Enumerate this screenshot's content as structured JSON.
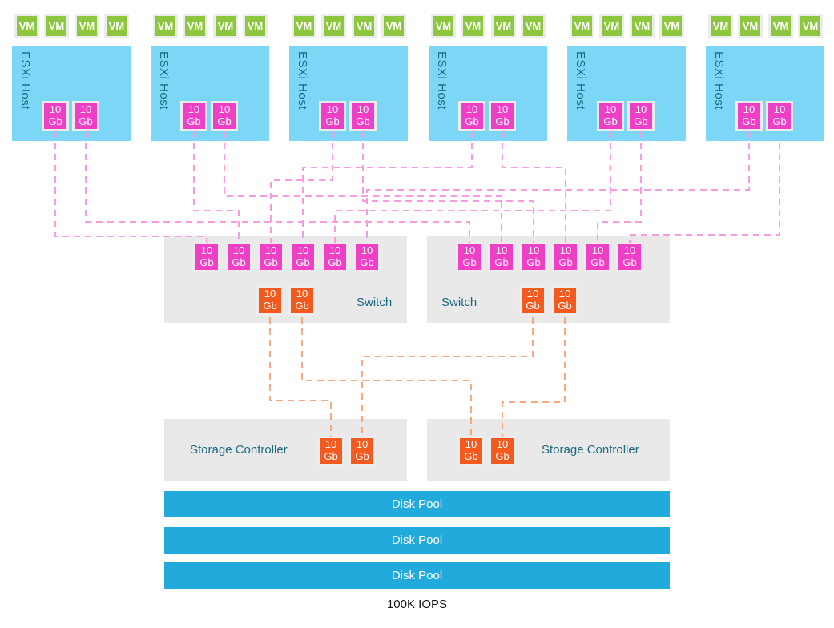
{
  "diagram": {
    "title_present": false,
    "labels": {
      "vm": "VM",
      "host": "ESXi Host",
      "port": "10 Gb",
      "switch": "Switch",
      "controller": "Storage Controller",
      "pool": "Disk Pool"
    },
    "footer": {
      "caption": "100K IOPS"
    },
    "colors": {
      "vm_green": "#8DC63F",
      "host_cyan": "#7CD7F7",
      "teal_text": "#1C6A80",
      "port_magenta": "#F03FC7",
      "line_magenta": "#F79BE3",
      "port_orange": "#F25A1E",
      "line_orange": "#F7A87E",
      "box_gray": "#E9E9E9",
      "pool_blue": "#23AADC",
      "box_border": "#ECECEC",
      "footer_text": "#161616"
    },
    "hosts": [
      {
        "label": "ESXi Host",
        "vms": [
          "VM",
          "VM",
          "VM",
          "VM"
        ],
        "ports": [
          "10 Gb",
          "10 Gb"
        ]
      },
      {
        "label": "ESXi Host",
        "vms": [
          "VM",
          "VM",
          "VM",
          "VM"
        ],
        "ports": [
          "10 Gb",
          "10 Gb"
        ]
      },
      {
        "label": "ESXi Host",
        "vms": [
          "VM",
          "VM",
          "VM",
          "VM"
        ],
        "ports": [
          "10 Gb",
          "10 Gb"
        ]
      },
      {
        "label": "ESXi Host",
        "vms": [
          "VM",
          "VM",
          "VM",
          "VM"
        ],
        "ports": [
          "10 Gb",
          "10 Gb"
        ]
      },
      {
        "label": "ESXi Host",
        "vms": [
          "VM",
          "VM",
          "VM",
          "VM"
        ],
        "ports": [
          "10 Gb",
          "10 Gb"
        ]
      },
      {
        "label": "ESXi Host",
        "vms": [
          "VM",
          "VM",
          "VM",
          "VM"
        ],
        "ports": [
          "10 Gb",
          "10 Gb"
        ]
      }
    ],
    "switches": [
      {
        "label": "Switch",
        "label_side": "right",
        "host_ports": 6,
        "uplink_ports": 2,
        "port_label": "10 Gb"
      },
      {
        "label": "Switch",
        "label_side": "left",
        "host_ports": 6,
        "uplink_ports": 2,
        "port_label": "10 Gb"
      }
    ],
    "controllers": [
      {
        "label": "Storage Controller",
        "label_side": "left",
        "ports": 2,
        "port_label": "10 Gb"
      },
      {
        "label": "Storage Controller",
        "label_side": "right",
        "ports": 2,
        "port_label": "10 Gb"
      }
    ],
    "pools": [
      {
        "label": "Disk Pool"
      },
      {
        "label": "Disk Pool"
      },
      {
        "label": "Disk Pool"
      }
    ],
    "connections": {
      "host_to_switch": [
        {
          "host": 0,
          "side": "L",
          "switch": 0,
          "port": 0,
          "level": 295
        },
        {
          "host": 0,
          "side": "R",
          "switch": 1,
          "port": 0,
          "level": 277
        },
        {
          "host": 1,
          "side": "L",
          "switch": 0,
          "port": 1,
          "level": 263
        },
        {
          "host": 1,
          "side": "R",
          "switch": 1,
          "port": 1,
          "level": 245
        },
        {
          "host": 2,
          "side": "L",
          "switch": 0,
          "port": 2,
          "level": 225
        },
        {
          "host": 2,
          "side": "R",
          "switch": 1,
          "port": 2,
          "level": 251
        },
        {
          "host": 3,
          "side": "L",
          "switch": 0,
          "port": 3,
          "level": 209
        },
        {
          "host": 3,
          "side": "R",
          "switch": 1,
          "port": 3,
          "level": 209
        },
        {
          "host": 4,
          "side": "L",
          "switch": 0,
          "port": 4,
          "level": 263
        },
        {
          "host": 4,
          "side": "R",
          "switch": 1,
          "port": 4,
          "level": 277
        },
        {
          "host": 5,
          "side": "L",
          "switch": 0,
          "port": 5,
          "level": 237
        },
        {
          "host": 5,
          "side": "R",
          "switch": 1,
          "port": 5,
          "level": 293
        }
      ],
      "switch_to_controller": [
        {
          "switch": 0,
          "uport": 0,
          "controller": 0,
          "cport": 0,
          "level": 500
        },
        {
          "switch": 0,
          "uport": 1,
          "controller": 1,
          "cport": 0,
          "level": 475
        },
        {
          "switch": 1,
          "uport": 0,
          "controller": 0,
          "cport": 1,
          "level": 445
        },
        {
          "switch": 1,
          "uport": 1,
          "controller": 1,
          "cport": 1,
          "level": 502
        }
      ]
    }
  }
}
